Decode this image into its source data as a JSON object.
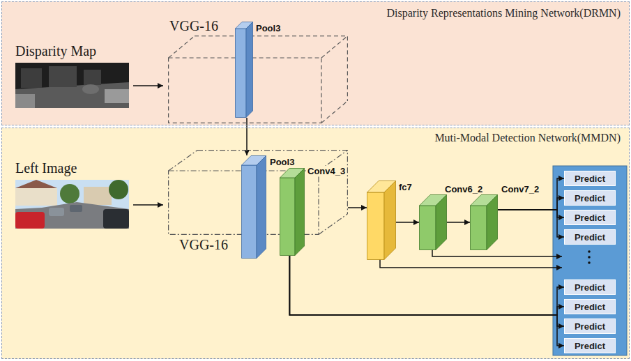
{
  "diagram": {
    "nodes": [
      {
        "text": [
          "Disparity Representations Mining Network(DRMN)"
        ]
      },
      {
        "text": [
          "VGG-16"
        ],
        "in": 0
      },
      {
        "text": [
          "Pool3"
        ],
        "in": 1
      },
      {
        "text": [
          "Muti-Modal Detection Network(MMDN)"
        ]
      },
      {
        "text": [
          "VGG-16"
        ],
        "in": 3
      },
      {
        "text": [
          "Pool3"
        ],
        "in": 4
      },
      {
        "text": [
          "Conv4_3"
        ],
        "in": 4
      },
      {
        "text": [
          "fc7"
        ],
        "in": 3
      },
      {
        "text": [
          "Conv6_2"
        ],
        "in": 3
      },
      {
        "text": [
          "Conv7_2"
        ],
        "in": 3
      },
      {
        "text": [
          "Predict"
        ],
        "in": 3
      },
      {
        "text": [
          "Predict"
        ],
        "in": 3
      },
      {
        "text": [
          "Predict"
        ],
        "in": 3
      },
      {
        "text": [
          "Predict"
        ],
        "in": 3
      },
      {
        "text": [
          "Predict"
        ],
        "in": 3
      },
      {
        "text": [
          "Predict"
        ],
        "in": 3
      },
      {
        "text": [
          "Predict"
        ],
        "in": 3
      },
      {
        "text": [
          "Predict"
        ],
        "in": 3
      }
    ],
    "edges": [
      {
        "from": 2,
        "to": 5,
        "arrow": "to"
      },
      {
        "from": 4,
        "to": 7,
        "arrow": "to"
      },
      {
        "from": 7,
        "to": 8,
        "arrow": "to"
      },
      {
        "from": 8,
        "to": 9,
        "arrow": "to"
      },
      {
        "from": 9,
        "to": 10,
        "arrow": "to"
      },
      {
        "from": 9,
        "to": 11,
        "arrow": "to"
      },
      {
        "from": 9,
        "to": 12,
        "arrow": "to"
      },
      {
        "from": 9,
        "to": 13,
        "arrow": "to"
      },
      {
        "from": 6,
        "to": 14,
        "arrow": "to"
      },
      {
        "from": 6,
        "to": 15,
        "arrow": "to"
      },
      {
        "from": 6,
        "to": 16,
        "arrow": "to"
      },
      {
        "from": 6,
        "to": 17,
        "arrow": "to"
      }
    ],
    "labels": [
      "Disparity Map",
      "Left Image"
    ]
  }
}
